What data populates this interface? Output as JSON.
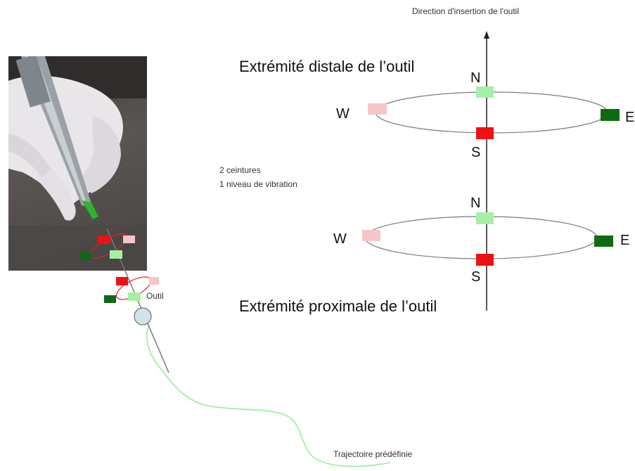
{
  "header": {
    "insertion_direction": "Direction d'insertion de l'outil"
  },
  "labels": {
    "distal": "Extrémité distale de l’outil",
    "proximal": "Extrémité proximale de l’outil",
    "info_line1": "2 ceintures",
    "info_line2": "1 niveau de vibration",
    "tool": "Outil",
    "trajectory": "Trajectoire prédéfinie"
  },
  "belts": [
    {
      "north": "N",
      "south": "S",
      "west": "W",
      "east": "E"
    },
    {
      "north": "N",
      "south": "S",
      "west": "W",
      "east": "E"
    }
  ],
  "colors": {
    "north": "#a6f0a6",
    "south": "#ee1111",
    "west": "#f6c6c6",
    "east": "#0d6a12",
    "trajectory": "#a8f0a8",
    "tool_head": "#cfe3ea"
  }
}
